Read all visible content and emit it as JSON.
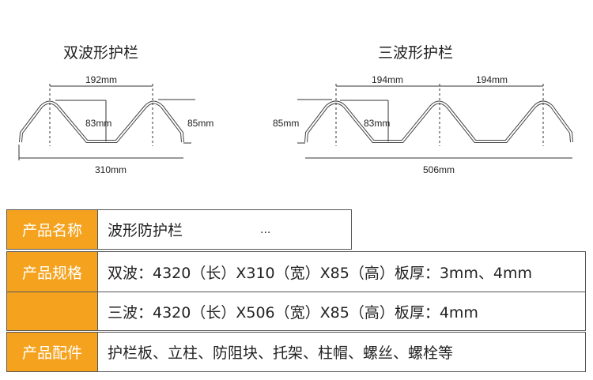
{
  "diagrams": {
    "double": {
      "title": "双波形护栏",
      "pitch": "192mm",
      "depth": "83mm",
      "height": "85mm",
      "width": "310mm"
    },
    "triple": {
      "title": "三波形护栏",
      "pitch1": "194mm",
      "pitch2": "194mm",
      "depth": "83mm",
      "height": "85mm",
      "width": "506mm"
    }
  },
  "table": {
    "name_label": "产品名称",
    "name_value": "波形防护栏",
    "name_extra": "...",
    "spec_label": "产品规格",
    "spec_double": "双波：4320（长）X310（宽）X85（高）板厚：3mm、4mm",
    "spec_triple": "三波：4320（长）X506（宽）X85（高）板厚：4mm",
    "parts_label": "产品配件",
    "parts_value": "护栏板、立柱、防阻块、托架、柱帽、螺丝、螺栓等"
  },
  "colors": {
    "accent": "#f5a31e"
  }
}
